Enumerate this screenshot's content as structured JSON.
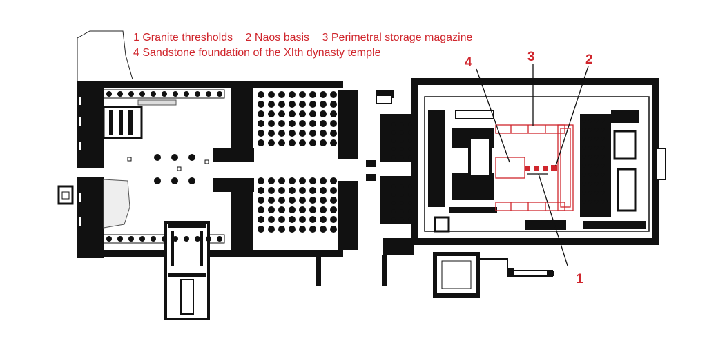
{
  "legend": {
    "rows": [
      [
        {
          "num": "1",
          "text": "Granite thresholds"
        },
        {
          "num": "2",
          "text": "Naos basis"
        },
        {
          "num": "3",
          "text": "Perimetral storage magazine"
        }
      ],
      [
        {
          "num": "4",
          "text": "Sandstone foundation of the XIth dynasty temple"
        }
      ]
    ]
  },
  "callouts": [
    {
      "num": "4",
      "label": "4"
    },
    {
      "num": "3",
      "label": "3"
    },
    {
      "num": "2",
      "label": "2"
    },
    {
      "num": "1",
      "label": "1"
    }
  ],
  "colors": {
    "wall": "#111111",
    "annotation": "#d0262d",
    "background": "#ffffff"
  }
}
